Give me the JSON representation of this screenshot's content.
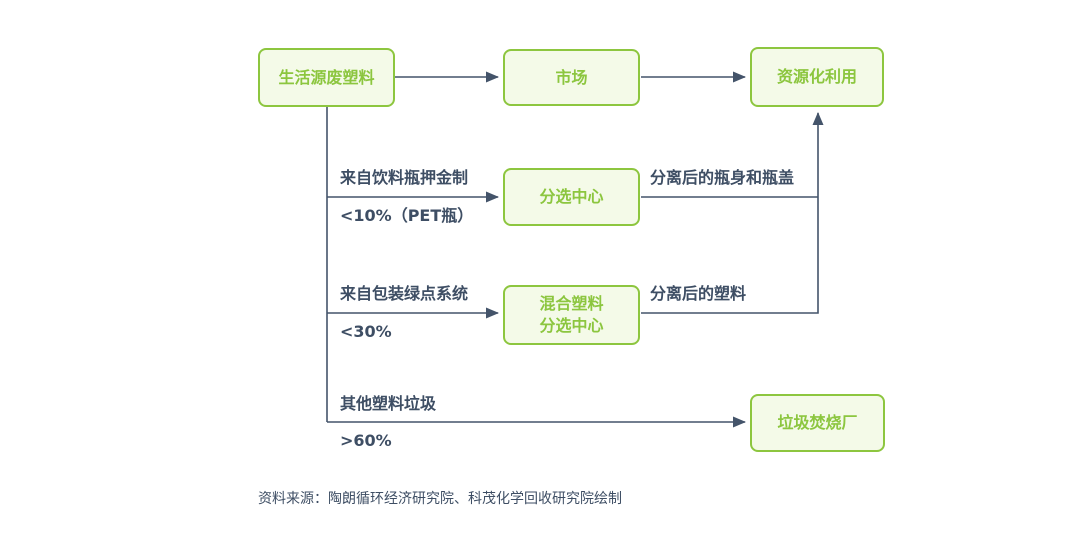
{
  "diagram": {
    "nodes": {
      "household_waste": "生活源废塑料",
      "market": "市场",
      "resource_utilization": "资源化利用",
      "sorting_center": "分选中心",
      "mixed_sorting_center": "混合塑料\n分选中心",
      "incineration_plant": "垃圾焚烧厂"
    },
    "labels": {
      "deposit_source": "来自饮料瓶押金制",
      "deposit_share": "<10%（PET瓶）",
      "green_dot_source": "来自包装绿点系统",
      "green_dot_share": "<30%",
      "other_source": "其他塑料垃圾",
      "other_share": ">60%",
      "separated_bottles": "分离后的瓶身和瓶盖",
      "separated_plastics": "分离后的塑料"
    },
    "source_note": "资料来源：陶朗循环经济研究院、科茂化学回收研究院绘制",
    "colors": {
      "node_border": "#8dc63f",
      "node_fill": "#f4fae8",
      "node_text": "#8cc63f",
      "line": "#44546a",
      "label_text": "#3e4e64"
    }
  }
}
